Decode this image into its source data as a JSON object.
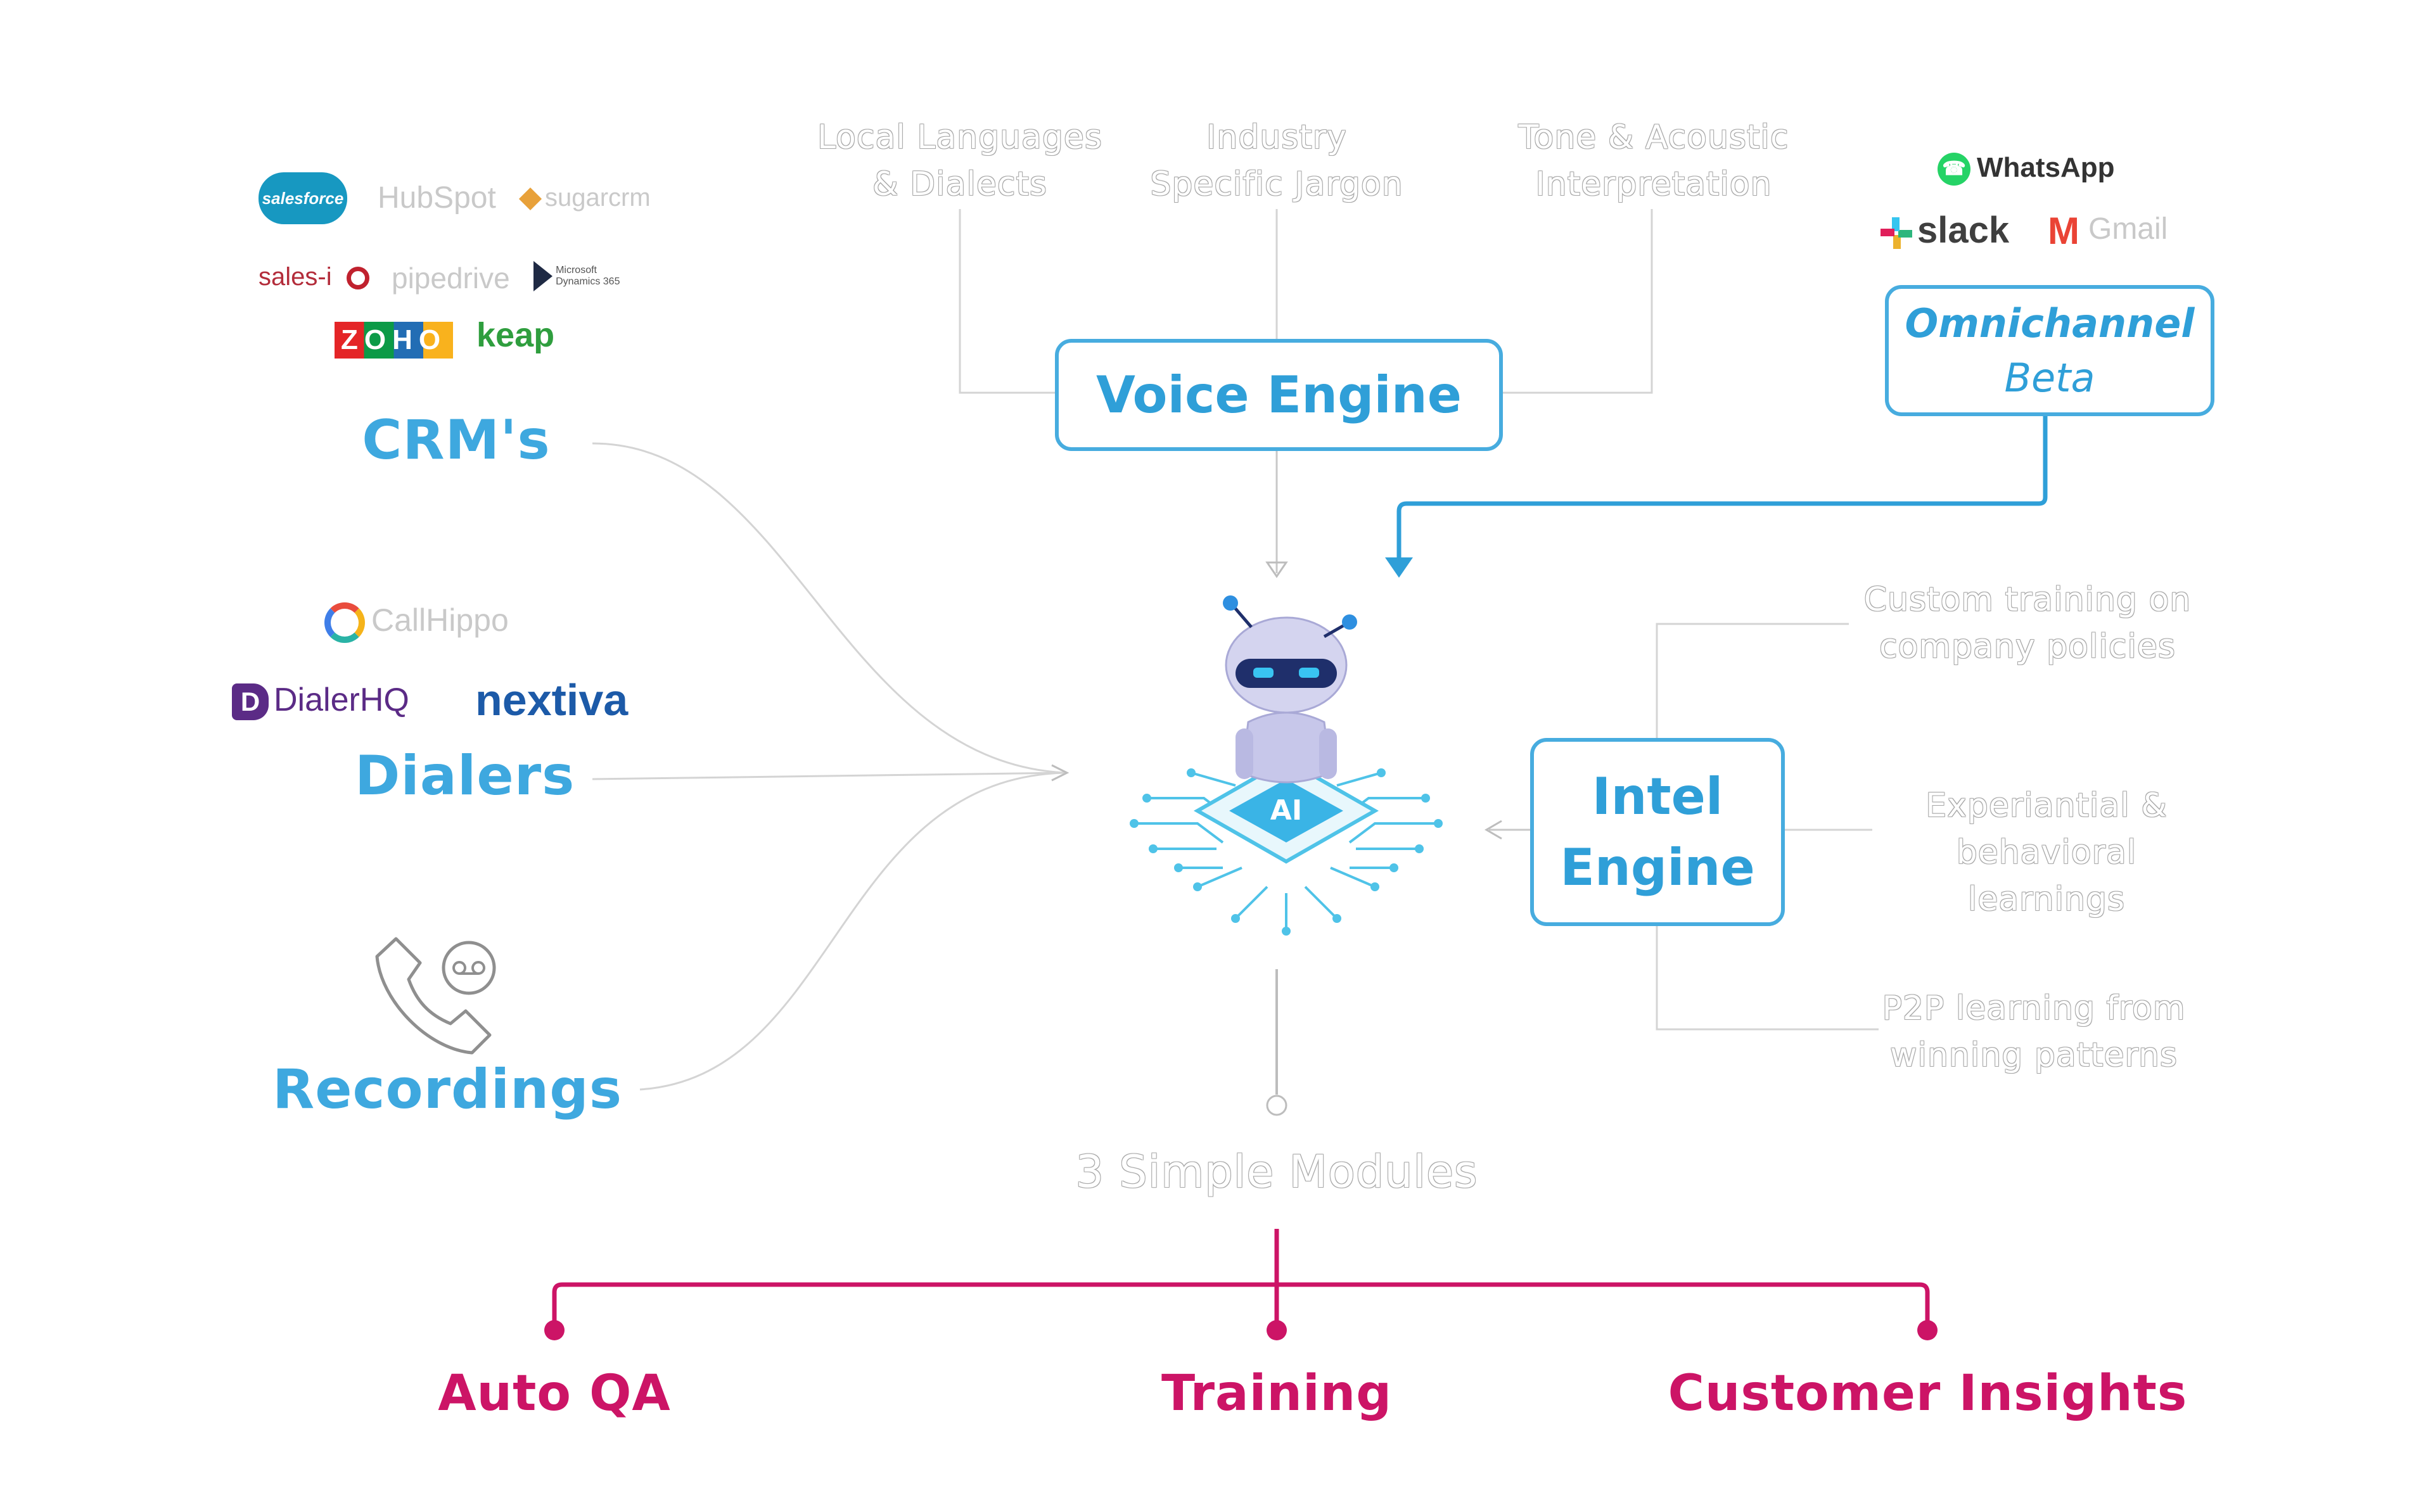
{
  "inputs": {
    "crm_label": "CRM's",
    "dialers_label": "Dialers",
    "recordings_label": "Recordings",
    "crm_logos": [
      "salesforce",
      "HubSpot",
      "sugarcrm",
      "sales-i",
      "pipedrive",
      "Microsoft Dynamics 365",
      "ZOHO",
      "keap"
    ],
    "dialer_logos": [
      "CallHippo",
      "DialerHQ",
      "nextiva"
    ]
  },
  "voice_engine": {
    "title": "Voice Engine",
    "features": [
      "Local Languages & Dialects",
      "Industry Specific Jargon",
      "Tone & Acoustic Interpretation"
    ]
  },
  "omnichannel": {
    "title": "Omnichannel",
    "subtitle": "Beta",
    "logos": [
      "WhatsApp",
      "slack",
      "Gmail"
    ]
  },
  "intel_engine": {
    "title_line1": "Intel",
    "title_line2": "Engine",
    "features": [
      "Custom training on company policies",
      "Experiantial & behavioral learnings",
      "P2P learning from winning patterns"
    ]
  },
  "core": {
    "chip_label": "AI",
    "modules_caption": "3 Simple Modules"
  },
  "modules": [
    "Auto QA",
    "Training",
    "Customer Insights"
  ],
  "colors": {
    "source_blue": "#3ea8df",
    "box_border": "#47acdf",
    "module_magenta": "#cc1466",
    "faint_text_outline": "#a8a8a8"
  }
}
